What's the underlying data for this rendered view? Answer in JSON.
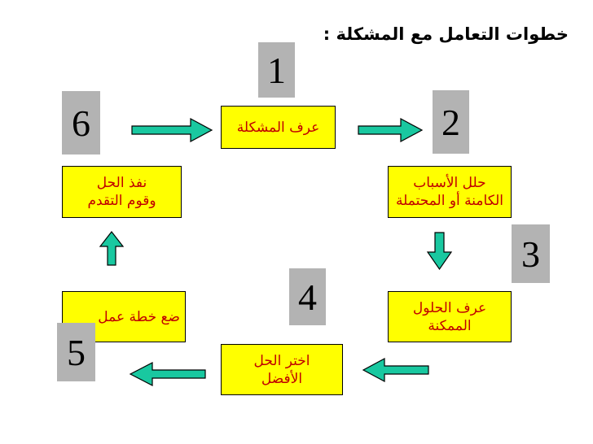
{
  "title": "خطوات التعامل مع المشكلة :",
  "steps": [
    {
      "number": "1",
      "text": "عرف المشكلة"
    },
    {
      "number": "2",
      "line1": "حلل الأسباب",
      "line2": "الكامنة أو المحتملة"
    },
    {
      "number": "3",
      "line1": "عرف الحلول",
      "line2": "الممكنة"
    },
    {
      "number": "4",
      "line1": "اختر الحل",
      "line2": "الأفضل"
    },
    {
      "number": "5",
      "text": "ضع خطة عمل"
    },
    {
      "number": "6",
      "line1": "نفذ الحل",
      "line2": "وقوم التقدم"
    }
  ],
  "colors": {
    "box_fill": "#ffff00",
    "box_text": "#c00000",
    "arrow_fill": "#19c8a0",
    "number_badge": "#b3b3b3"
  }
}
